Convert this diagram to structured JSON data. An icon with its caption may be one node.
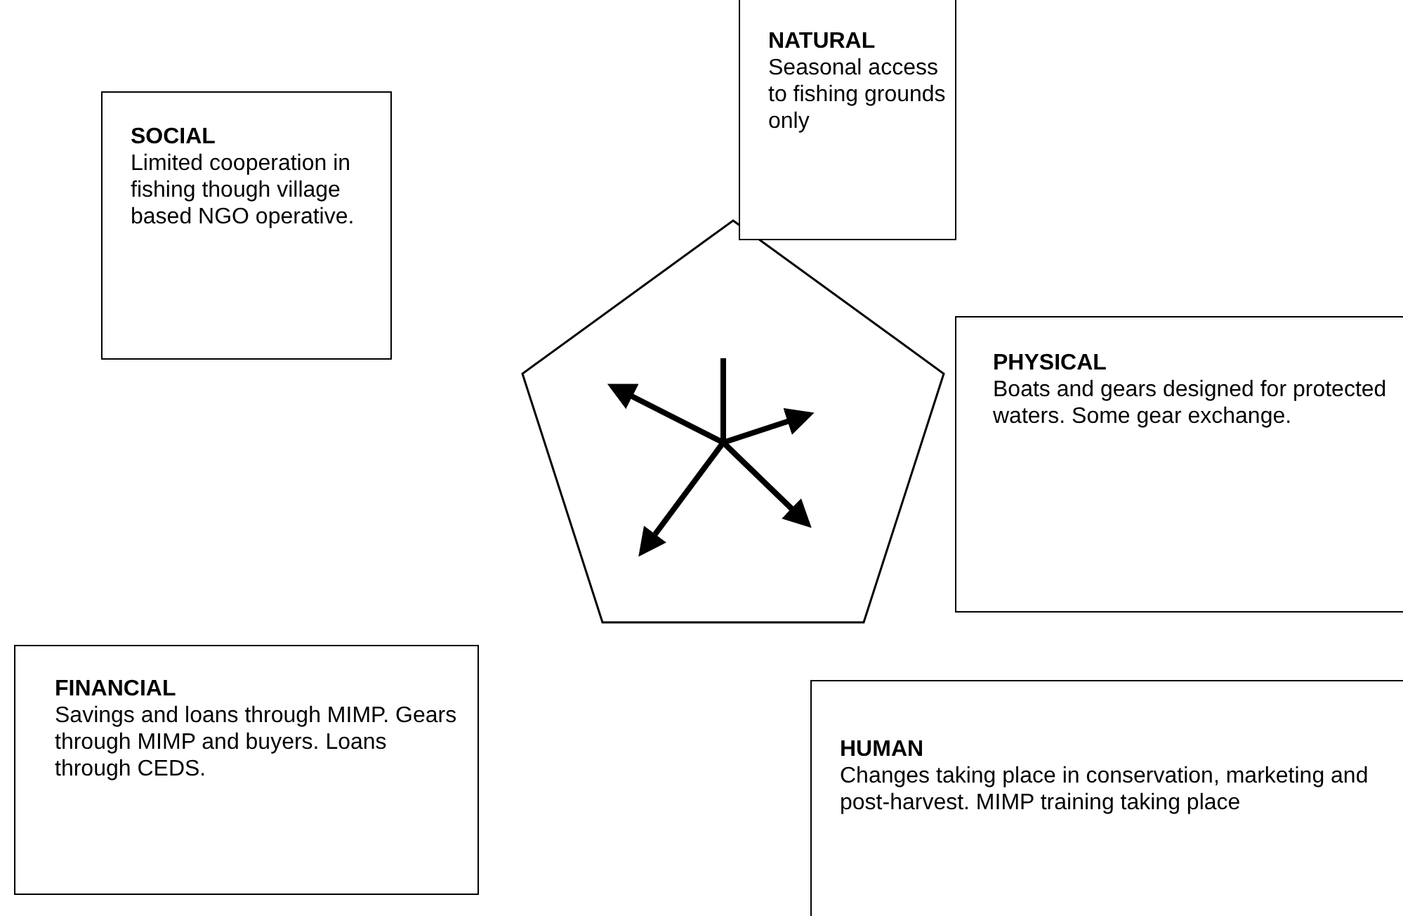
{
  "diagram": {
    "nodes": [
      {
        "text": [
          "SOCIAL",
          "Limited cooperation in fishing though village based NGO operative."
        ]
      },
      {
        "text": [],
        "shape": "pentagon"
      },
      {
        "text": [
          "NATURAL",
          "Seasonal access to fishing grounds only"
        ]
      },
      {
        "text": [
          "PHYSICAL",
          "Boats and gears designed for protected waters. Some gear exchange."
        ]
      },
      {
        "text": [
          "FINANCIAL",
          "Savings and loans through MIMP. Gears through MIMP and buyers. Loans through CEDS."
        ]
      },
      {
        "text": [
          "HUMAN",
          "Changes taking place in conservation, marketing and post-harvest. MIMP training taking place"
        ]
      }
    ]
  }
}
